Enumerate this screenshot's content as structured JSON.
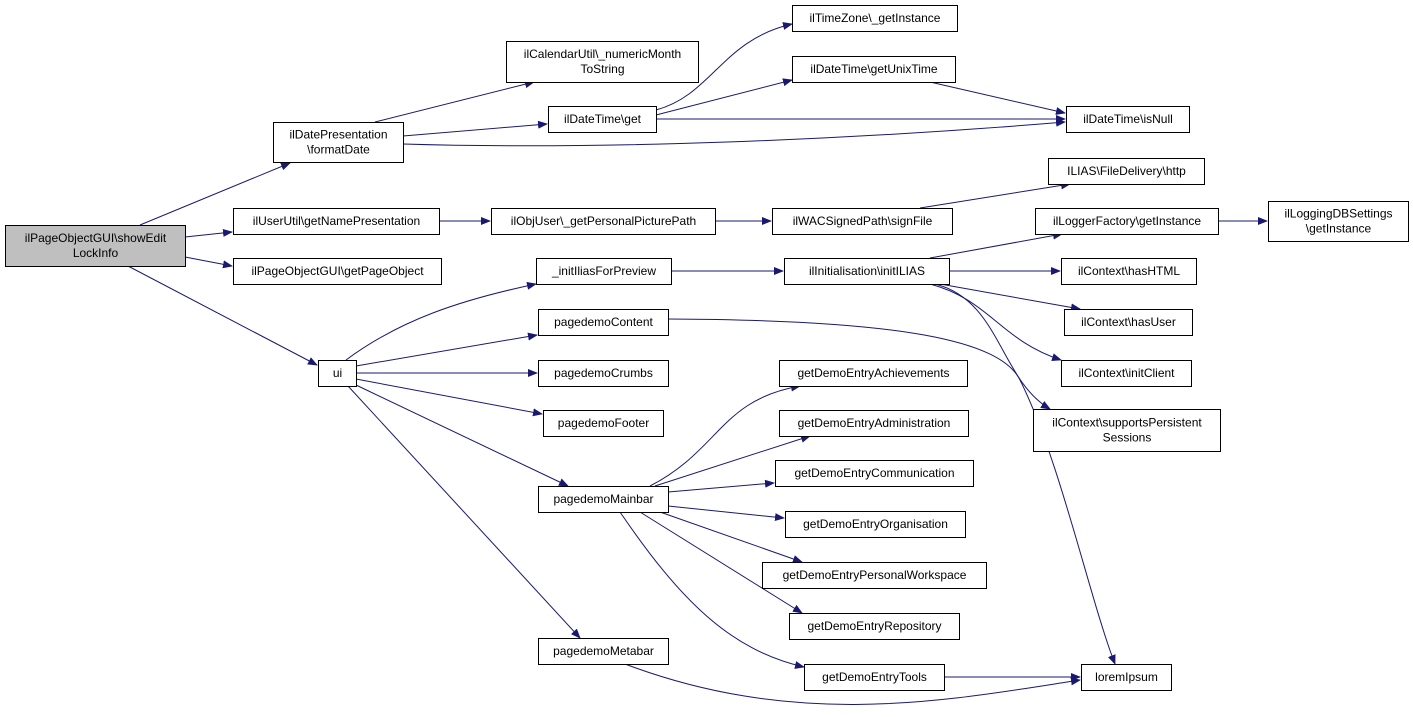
{
  "diagram": {
    "type": "call-graph",
    "edge_color": "#191970",
    "root_fill": "#bfbfbf",
    "nodes": [
      {
        "id": "root",
        "label": [
          "ilPageObjectGUI\\showEdit",
          "LockInfo"
        ]
      },
      {
        "id": "fmtdate",
        "label": [
          "ilDatePresentation",
          "\\formatDate"
        ]
      },
      {
        "id": "getname",
        "label": [
          "ilUserUtil\\getNamePresentation"
        ]
      },
      {
        "id": "getpageobj",
        "label": [
          "ilPageObjectGUI\\getPageObject"
        ]
      },
      {
        "id": "ui",
        "label": [
          "ui"
        ]
      },
      {
        "id": "calutil",
        "label": [
          "ilCalendarUtil\\_numericMonth",
          "ToString"
        ]
      },
      {
        "id": "dtget",
        "label": [
          "ilDateTime\\get"
        ]
      },
      {
        "id": "tz",
        "label": [
          "ilTimeZone\\_getInstance"
        ]
      },
      {
        "id": "unix",
        "label": [
          "ilDateTime\\getUnixTime"
        ]
      },
      {
        "id": "isnull",
        "label": [
          "ilDateTime\\isNull"
        ]
      },
      {
        "id": "picpath",
        "label": [
          "ilObjUser\\_getPersonalPicturePath"
        ]
      },
      {
        "id": "signfile",
        "label": [
          "ilWACSignedPath\\signFile"
        ]
      },
      {
        "id": "http",
        "label": [
          "ILIAS\\FileDelivery\\http"
        ]
      },
      {
        "id": "loggerf",
        "label": [
          "ilLoggerFactory\\getInstance"
        ]
      },
      {
        "id": "logdb",
        "label": [
          "ilLoggingDBSettings",
          "\\getInstance"
        ]
      },
      {
        "id": "initilias_prev",
        "label": [
          "_initIliasForPreview"
        ]
      },
      {
        "id": "initilias",
        "label": [
          "ilInitialisation\\initILIAS"
        ]
      },
      {
        "id": "hashtml",
        "label": [
          "ilContext\\hasHTML"
        ]
      },
      {
        "id": "hasuser",
        "label": [
          "ilContext\\hasUser"
        ]
      },
      {
        "id": "initclient",
        "label": [
          "ilContext\\initClient"
        ]
      },
      {
        "id": "persist",
        "label": [
          "ilContext\\supportsPersistent",
          "Sessions"
        ]
      },
      {
        "id": "pdcontent",
        "label": [
          "pagedemoContent"
        ]
      },
      {
        "id": "pdcrumbs",
        "label": [
          "pagedemoCrumbs"
        ]
      },
      {
        "id": "pdfooter",
        "label": [
          "pagedemoFooter"
        ]
      },
      {
        "id": "pdmainbar",
        "label": [
          "pagedemoMainbar"
        ]
      },
      {
        "id": "pdmetabar",
        "label": [
          "pagedemoMetabar"
        ]
      },
      {
        "id": "gdach",
        "label": [
          "getDemoEntryAchievements"
        ]
      },
      {
        "id": "gdadm",
        "label": [
          "getDemoEntryAdministration"
        ]
      },
      {
        "id": "gdcom",
        "label": [
          "getDemoEntryCommunication"
        ]
      },
      {
        "id": "gdorg",
        "label": [
          "getDemoEntryOrganisation"
        ]
      },
      {
        "id": "gdpw",
        "label": [
          "getDemoEntryPersonalWorkspace"
        ]
      },
      {
        "id": "gdrep",
        "label": [
          "getDemoEntryRepository"
        ]
      },
      {
        "id": "gdtools",
        "label": [
          "getDemoEntryTools"
        ]
      },
      {
        "id": "lorem",
        "label": [
          "loremIpsum"
        ]
      }
    ],
    "edges": [
      {
        "from": "root",
        "to": "fmtdate"
      },
      {
        "from": "root",
        "to": "getname"
      },
      {
        "from": "root",
        "to": "getpageobj"
      },
      {
        "from": "root",
        "to": "ui"
      },
      {
        "from": "fmtdate",
        "to": "calutil"
      },
      {
        "from": "fmtdate",
        "to": "dtget"
      },
      {
        "from": "fmtdate",
        "to": "isnull"
      },
      {
        "from": "dtget",
        "to": "tz"
      },
      {
        "from": "dtget",
        "to": "unix"
      },
      {
        "from": "dtget",
        "to": "isnull"
      },
      {
        "from": "unix",
        "to": "isnull"
      },
      {
        "from": "getname",
        "to": "picpath"
      },
      {
        "from": "picpath",
        "to": "signfile"
      },
      {
        "from": "signfile",
        "to": "http"
      },
      {
        "from": "loggerf",
        "to": "logdb"
      },
      {
        "from": "ui",
        "to": "initilias_prev"
      },
      {
        "from": "ui",
        "to": "pdcontent"
      },
      {
        "from": "ui",
        "to": "pdcrumbs"
      },
      {
        "from": "ui",
        "to": "pdfooter"
      },
      {
        "from": "ui",
        "to": "pdmainbar"
      },
      {
        "from": "ui",
        "to": "pdmetabar"
      },
      {
        "from": "initilias_prev",
        "to": "initilias"
      },
      {
        "from": "initilias",
        "to": "loggerf"
      },
      {
        "from": "initilias",
        "to": "hashtml"
      },
      {
        "from": "initilias",
        "to": "hasuser"
      },
      {
        "from": "initilias",
        "to": "initclient"
      },
      {
        "from": "initilias",
        "to": "persist"
      },
      {
        "from": "pdcontent",
        "to": "lorem"
      },
      {
        "from": "pdmainbar",
        "to": "gdach"
      },
      {
        "from": "pdmainbar",
        "to": "gdadm"
      },
      {
        "from": "pdmainbar",
        "to": "gdcom"
      },
      {
        "from": "pdmainbar",
        "to": "gdorg"
      },
      {
        "from": "pdmainbar",
        "to": "gdpw"
      },
      {
        "from": "pdmainbar",
        "to": "gdrep"
      },
      {
        "from": "pdmainbar",
        "to": "gdtools"
      },
      {
        "from": "gdtools",
        "to": "lorem"
      },
      {
        "from": "pdmetabar",
        "to": "lorem"
      }
    ]
  }
}
